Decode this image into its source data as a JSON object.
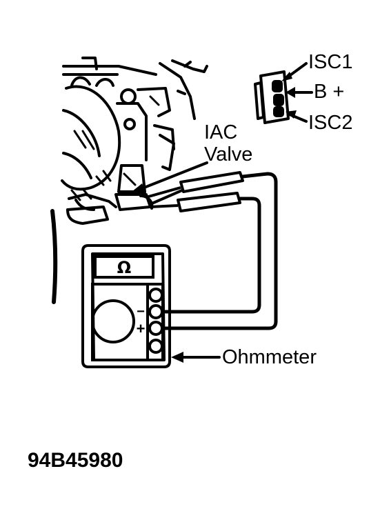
{
  "figure_id": "94B45980",
  "labels": {
    "isc1": "ISC1",
    "bplus": "B +",
    "isc2": "ISC2",
    "iac_line1": "IAC",
    "iac_line2": "Valve",
    "ohmmeter": "Ohmmeter"
  },
  "meter": {
    "display_symbol": "Ω",
    "terminal_minus": "−",
    "terminal_plus": "+"
  },
  "colors": {
    "ink": "#000000",
    "paper": "#ffffff"
  }
}
